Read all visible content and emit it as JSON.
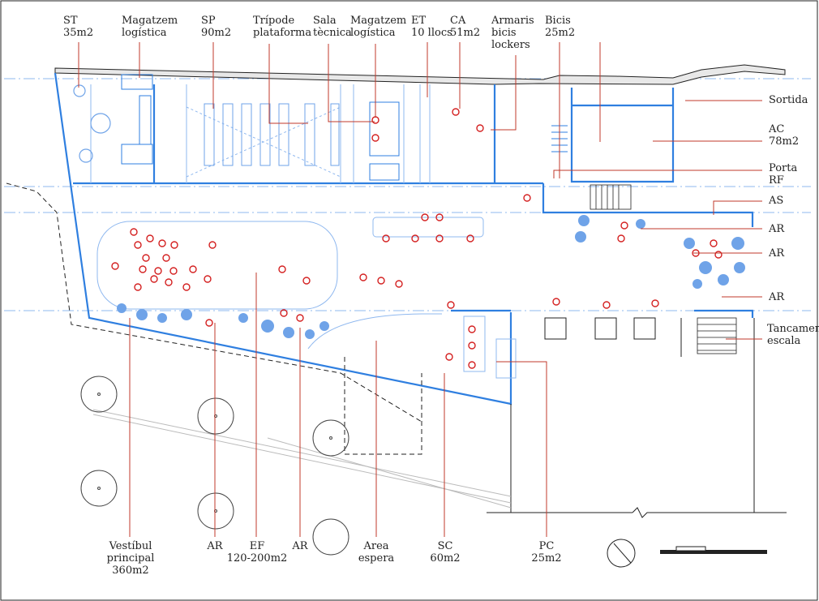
{
  "colors": {
    "wall_blue": "#2f7fe0",
    "light_blue": "#8fb8ef",
    "furniture_blue": "#6fa3e8",
    "leader_red": "#c0392b",
    "icon_red": "#d42020",
    "black": "#222222",
    "gray": "#bbbbbb"
  },
  "labels": {
    "top": [
      {
        "id": "st",
        "text": "ST\n35m2"
      },
      {
        "id": "mag1",
        "text": "Magatzem\nlogística"
      },
      {
        "id": "sp",
        "text": "SP\n90m2"
      },
      {
        "id": "tripode",
        "text": "Trípode\nplataforma"
      },
      {
        "id": "sala",
        "text": "Sala\ntècnica"
      },
      {
        "id": "mag2",
        "text": "Magatzem\nlogística"
      },
      {
        "id": "et",
        "text": "ET\n10 llocs"
      },
      {
        "id": "ca",
        "text": "CA\n51m2"
      },
      {
        "id": "armaris",
        "text": "Armaris\nbicis\nlockers"
      },
      {
        "id": "bicis",
        "text": "Bicis\n25m2"
      }
    ],
    "right": [
      {
        "id": "sortida",
        "text": "Sortida"
      },
      {
        "id": "ac",
        "text": "AC\n78m2"
      },
      {
        "id": "porta",
        "text": "Porta\nRF"
      },
      {
        "id": "as",
        "text": "AS"
      },
      {
        "id": "ar_r1",
        "text": "AR"
      },
      {
        "id": "ar_r2",
        "text": "AR"
      },
      {
        "id": "ar_r3",
        "text": "AR"
      },
      {
        "id": "tancament",
        "text": "Tancament\nescala"
      }
    ],
    "bottom": [
      {
        "id": "vestibul",
        "text": "Vestíbul\nprincipal\n360m2"
      },
      {
        "id": "ar_b1",
        "text": "AR"
      },
      {
        "id": "ef",
        "text": "EF\n120-200m2"
      },
      {
        "id": "ar_b2",
        "text": "AR"
      },
      {
        "id": "area",
        "text": "Area\nespera"
      },
      {
        "id": "sc",
        "text": "SC\n60m2"
      },
      {
        "id": "pc",
        "text": "PC\n25m2"
      }
    ]
  },
  "icons": [
    "person-red-icon",
    "plant-icon",
    "tree-icon",
    "compass-north-icon",
    "scale-bar-icon",
    "stair-icon",
    "bike-icon"
  ]
}
